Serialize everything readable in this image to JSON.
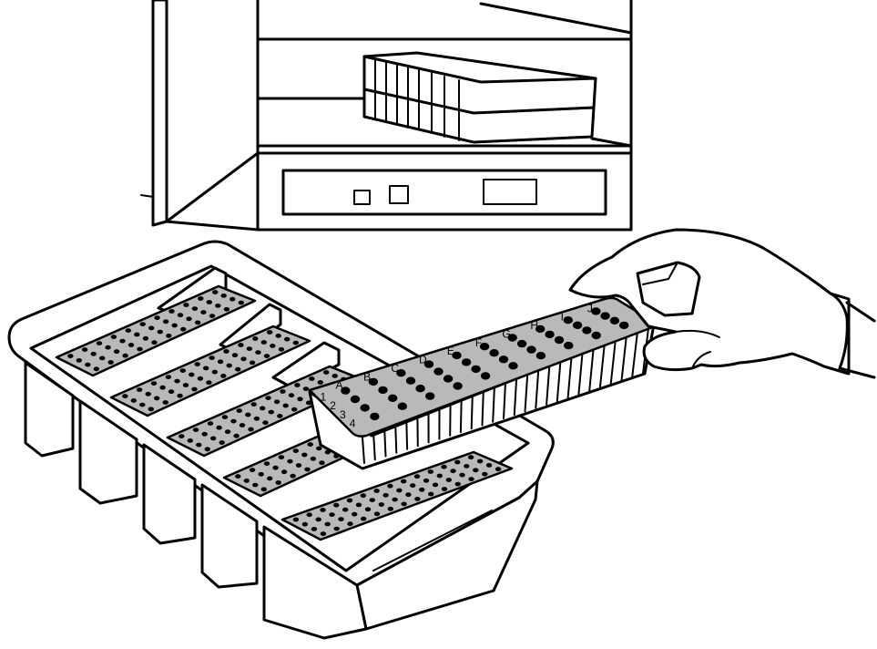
{
  "colors": {
    "line": "#000000",
    "background": "#ffffff",
    "rack_surface": "#b9b9b9",
    "well": "#000000"
  },
  "incubator": {
    "icon": "incubator-cabinet-icon",
    "shelf_items": "stacked-tray-icon",
    "control_panel": "control-panel-icon"
  },
  "tray": {
    "icon": "ice-tray-icon",
    "rack_count": 5
  },
  "held_rack": {
    "icon": "well-rack-icon",
    "column_labels": [
      "A",
      "B",
      "C",
      "D",
      "E",
      "F",
      "G",
      "H",
      "I",
      "J"
    ],
    "row_labels": [
      "1",
      "2",
      "3",
      "4"
    ]
  },
  "hand": {
    "icon": "gloved-hand-icon"
  }
}
